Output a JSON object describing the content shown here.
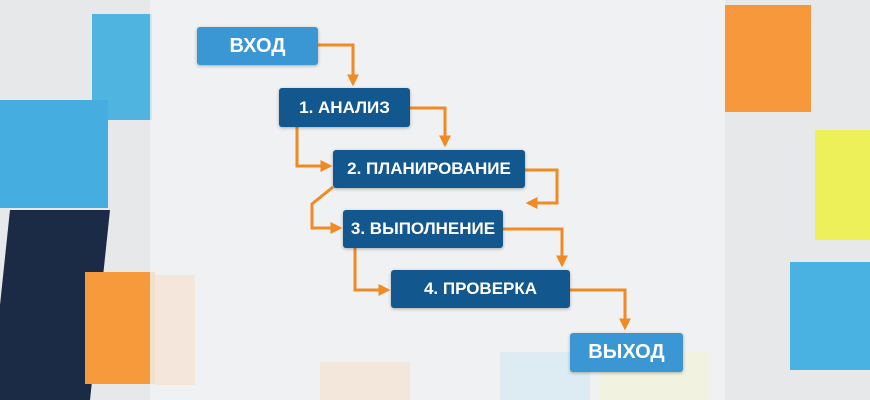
{
  "diagram": {
    "nodes": [
      {
        "id": "input",
        "label": "ВХОД"
      },
      {
        "id": "analysis",
        "label": "1. АНАЛИЗ"
      },
      {
        "id": "planning",
        "label": "2. ПЛАНИРОВАНИЕ"
      },
      {
        "id": "execution",
        "label": "3. ВЫПОЛНЕНИЕ"
      },
      {
        "id": "review",
        "label": "4. ПРОВЕРКА"
      },
      {
        "id": "output",
        "label": "ВЫХОД"
      }
    ],
    "edges": [
      [
        "input",
        "analysis"
      ],
      [
        "analysis",
        "planning"
      ],
      [
        "analysis",
        "planning"
      ],
      [
        "planning",
        "execution"
      ],
      [
        "planning",
        "execution"
      ],
      [
        "execution",
        "review"
      ],
      [
        "execution",
        "review"
      ],
      [
        "review",
        "output"
      ]
    ]
  },
  "colors": {
    "io": "#3a97d4",
    "step": "#13578f",
    "arrow": "#f08a24"
  }
}
